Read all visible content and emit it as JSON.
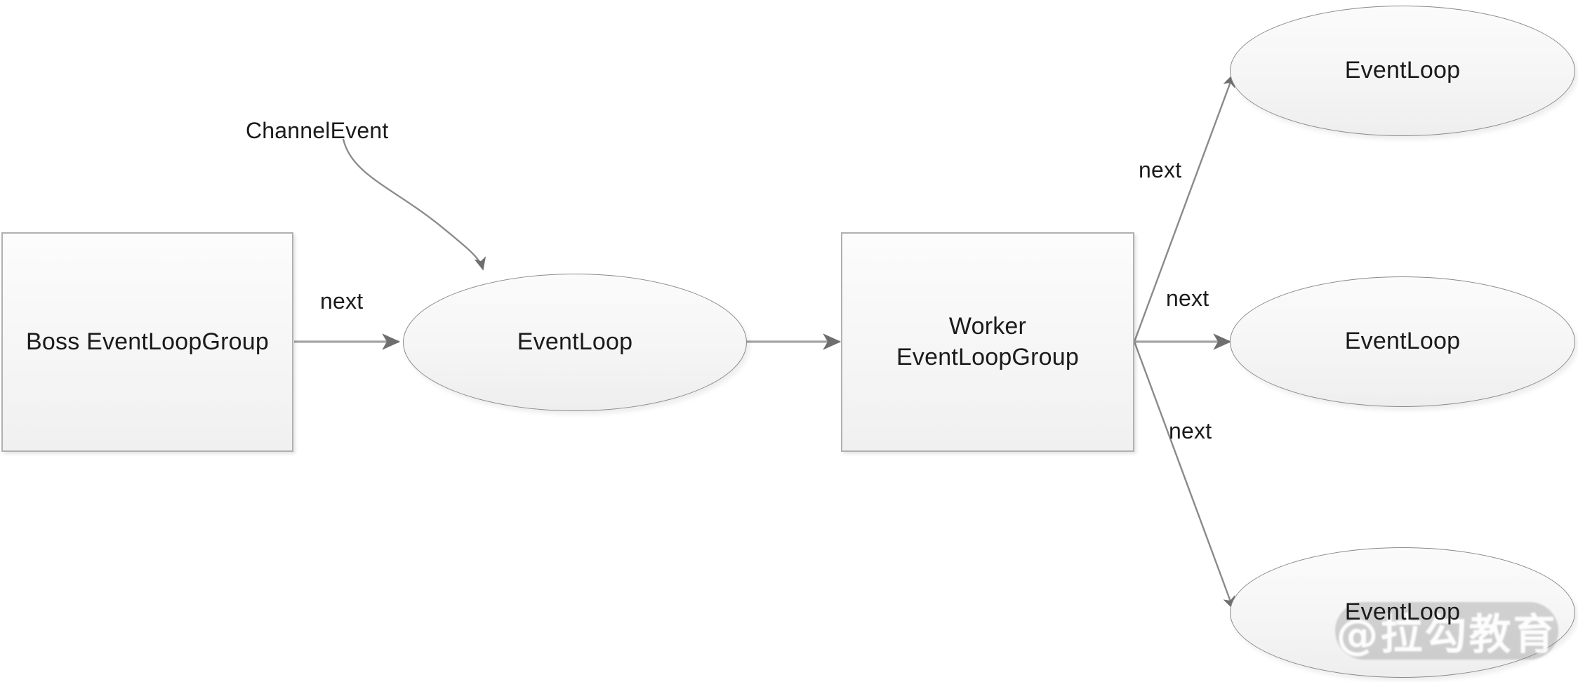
{
  "diagram": {
    "title": "Netty EventLoopGroup next dispatch",
    "background_color": "#ffffff",
    "node_fill": "#f5f5f5",
    "node_stroke": "#8a8a8a",
    "rect_stroke": "#b0b0b0",
    "edge_color": "#8a8a8a",
    "text_color": "#1b1b1b"
  },
  "nodes": [
    {
      "id": "boss-group",
      "shape": "rect",
      "label": "Boss EventLoopGroup"
    },
    {
      "id": "boss-eventloop",
      "shape": "ellipse",
      "label": "EventLoop"
    },
    {
      "id": "worker-group",
      "shape": "rect",
      "label": "Worker\nEventLoopGroup",
      "line1": "Worker",
      "line2": "EventLoopGroup"
    },
    {
      "id": "worker-eventloop-1",
      "shape": "ellipse",
      "label": "EventLoop"
    },
    {
      "id": "worker-eventloop-2",
      "shape": "ellipse",
      "label": "EventLoop"
    },
    {
      "id": "worker-eventloop-3",
      "shape": "ellipse",
      "label": "EventLoop"
    }
  ],
  "edges": [
    {
      "id": "boss-next",
      "from": "boss-group",
      "to": "boss-eventloop",
      "label": "next",
      "style": "straight"
    },
    {
      "id": "channel-event",
      "from": "channel-event-source",
      "to": "boss-eventloop",
      "label": "ChannelEvent",
      "style": "curved"
    },
    {
      "id": "eventloop-worker",
      "from": "boss-eventloop",
      "to": "worker-group",
      "label": "",
      "style": "straight"
    },
    {
      "id": "worker-next-1",
      "from": "worker-group",
      "to": "worker-eventloop-1",
      "label": "next",
      "style": "straight"
    },
    {
      "id": "worker-next-2",
      "from": "worker-group",
      "to": "worker-eventloop-2",
      "label": "next",
      "style": "straight"
    },
    {
      "id": "worker-next-3",
      "from": "worker-group",
      "to": "worker-eventloop-3",
      "label": "next",
      "style": "straight"
    }
  ],
  "labels": {
    "channel_event": "ChannelEvent",
    "next_boss": "next",
    "next_worker_top": "next",
    "next_worker_middle": "next",
    "next_worker_bottom": "next"
  },
  "watermark": {
    "text": "@拉勾教育"
  }
}
